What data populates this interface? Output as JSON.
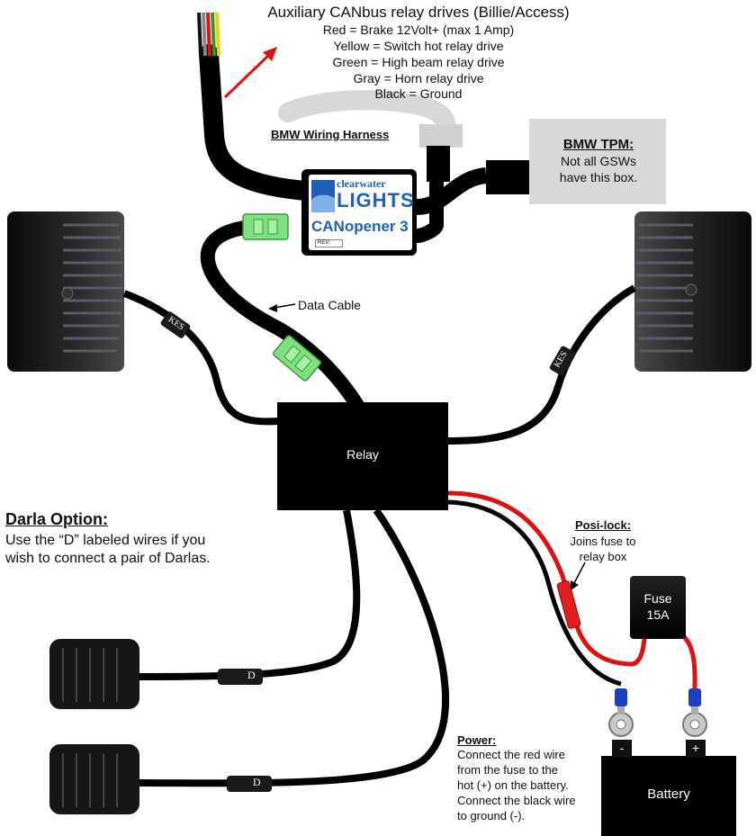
{
  "aux": {
    "title": "Auxiliary CANbus relay drives (Billie/Access)",
    "lines": [
      "Red = Brake 12Volt+ (max 1 Amp)",
      "Yellow = Switch hot relay drive",
      "Green = High beam relay drive",
      "Gray = Horn relay drive",
      "Black = Ground"
    ]
  },
  "harness_label": "BMW Wiring Harness",
  "tpm": {
    "title": "BMW TPM:",
    "line1": "Not all GSWs",
    "line2": "have this box."
  },
  "canopener": {
    "brand_small": "clearwater",
    "brand_big": "LIGHTS",
    "product": "CANopener 3",
    "rev": "REV."
  },
  "data_cable_label": "Data Cable",
  "relay_label": "Relay",
  "kes_label": "KES",
  "d_label": "D",
  "darla": {
    "title": "Darla Option:",
    "line1": "Use the “D” labeled wires if you",
    "line2": "wish to connect a pair of Darlas."
  },
  "posilock": {
    "title": "Posi-lock:",
    "line1": "Joins fuse to",
    "line2": "relay box"
  },
  "fuse": {
    "line1": "Fuse",
    "line2": "15A"
  },
  "battery": {
    "label": "Battery",
    "neg": "-",
    "pos": "+"
  },
  "power": {
    "title": "Power:",
    "lines": [
      "Connect the red wire",
      "from the fuse to the",
      "hot (+) on the battery.",
      "Connect the black wire",
      "to ground (-)."
    ]
  },
  "colors": {
    "wire_red": "#e01010",
    "connector_green": "#7ee07e",
    "terminal_blue": "#1a3fc8",
    "tpm_box": "#d8d8d8",
    "brand_blue": "#1f5fb8"
  }
}
